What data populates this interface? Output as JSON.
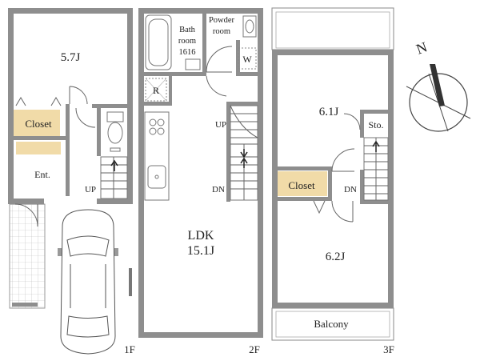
{
  "floors": [
    {
      "label": "1F",
      "rooms": [
        {
          "name": "5.7J"
        },
        {
          "name": "Closet"
        },
        {
          "name": "Ent."
        }
      ],
      "stairs": "UP"
    },
    {
      "label": "2F",
      "rooms": [
        {
          "name": "Bath room 1616",
          "lines": [
            "Bath",
            "room",
            "1616"
          ]
        },
        {
          "name": "Powder room",
          "lines": [
            "Powder",
            "room"
          ]
        },
        {
          "name": "W"
        },
        {
          "name": "R"
        },
        {
          "name": "LDK 15.1J",
          "lines": [
            "LDK",
            "15.1J"
          ]
        }
      ],
      "stairs": [
        "UP",
        "DN"
      ]
    },
    {
      "label": "3F",
      "rooms": [
        {
          "name": "6.1J"
        },
        {
          "name": "Sto."
        },
        {
          "name": "Closet"
        },
        {
          "name": "6.2J"
        },
        {
          "name": "Balcony"
        }
      ],
      "stairs": "DN"
    }
  ],
  "compass": {
    "north_label": "N"
  },
  "colors": {
    "wall": "#8e8e8e",
    "closet": "#f1dba8",
    "line": "#666666"
  }
}
